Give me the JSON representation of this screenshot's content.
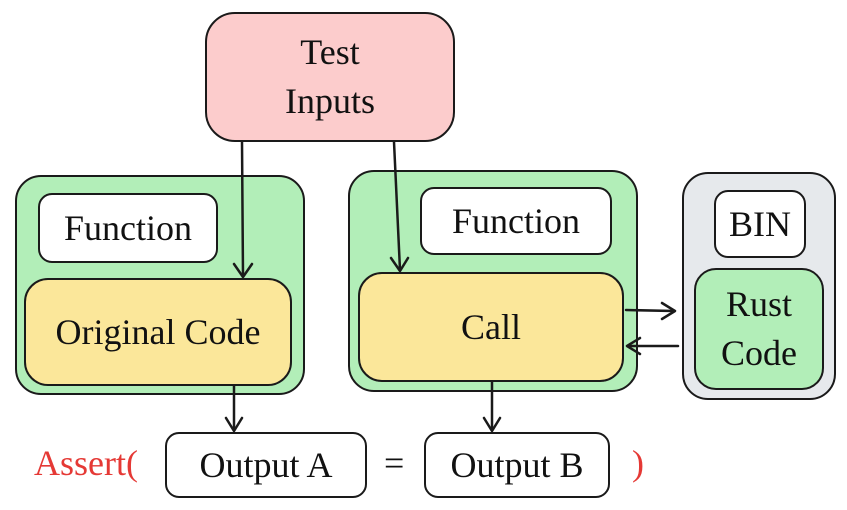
{
  "test_inputs": {
    "line1": "Test",
    "line2": "Inputs"
  },
  "left_panel": {
    "function_label": "Function",
    "code_label": "Original Code"
  },
  "middle_panel": {
    "function_label": "Function",
    "call_label": "Call"
  },
  "right_panel": {
    "bin_label": "BIN",
    "rust_line1": "Rust",
    "rust_line2": "Code"
  },
  "assertion": {
    "prefix": "Assert(",
    "output_a": "Output A",
    "equals": "=",
    "output_b": "Output B",
    "suffix": ")"
  },
  "colors": {
    "test_inputs_fill": "#fccccc",
    "panel_green": "#b2eeb8",
    "code_yellow": "#fbe79a",
    "bin_grey": "#e6e9ec",
    "assert_red": "#e53935"
  }
}
